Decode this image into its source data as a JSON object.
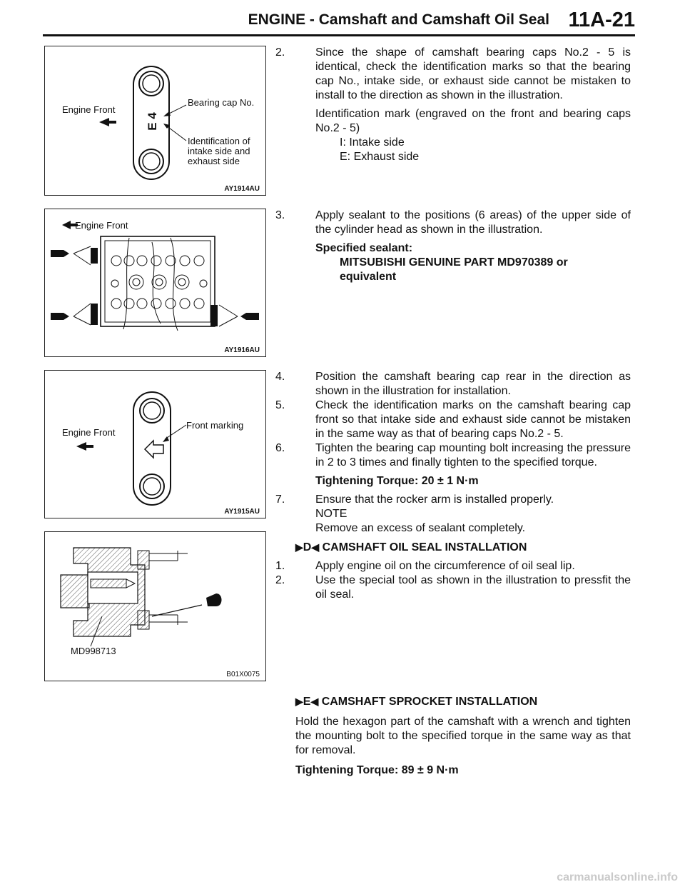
{
  "header": {
    "title": "ENGINE - Camshaft and Camshaft Oil Seal",
    "page_number": "11A-21"
  },
  "figures": {
    "fig1": {
      "label_engine_front": "Engine Front",
      "label_bearing_cap": "Bearing cap No.",
      "label_ident": "Identification of intake side and exhaust side",
      "cap_mark": "E 4",
      "code": "AY1914AU"
    },
    "fig2": {
      "label_engine_front": "Engine Front",
      "code": "AY1916AU"
    },
    "fig3": {
      "label_engine_front": "Engine Front",
      "label_front_marking": "Front marking",
      "code": "AY1915AU"
    },
    "fig4": {
      "label_tool": "MD998713",
      "code": "B01X0075"
    }
  },
  "text": {
    "s2_num": "2.",
    "s2_body": "Since the shape of camshaft bearing caps No.2 - 5 is identical, check the identification marks so that the bearing cap No., intake side, or exhaust side cannot be mistaken to install to the direction as shown in the illustration.",
    "s2_ident": "Identification mark (engraved on the front and bearing caps No.2 - 5)",
    "s2_i": "I: Intake side",
    "s2_e": "E: Exhaust side",
    "s3_num": "3.",
    "s3_body": "Apply sealant to the positions (6 areas) of the upper side of the cylinder head as shown in the illustration.",
    "s3_spec_label": "Specified sealant:",
    "s3_spec_value": "MITSUBISHI GENUINE PART MD970389 or equivalent",
    "s4_num": "4.",
    "s4_body": "Position the camshaft bearing cap rear in the direction as shown in the illustration for installation.",
    "s5_num": "5.",
    "s5_body": "Check the identification marks on the camshaft bearing cap front so that intake side and exhaust side cannot be mistaken in the same way as that of bearing caps No.2 - 5.",
    "s6_num": "6.",
    "s6_body": "Tighten the bearing cap mounting bolt increasing the pressure in 2 to 3 times and finally tighten to the specified torque.",
    "s6_torque": "Tightening Torque: 20 ± 1 N·m",
    "s7_num": "7.",
    "s7_body": "Ensure that the rocker arm is installed properly.",
    "s7_note_label": "NOTE",
    "s7_note": "Remove an excess of sealant completely.",
    "secD_letter": "D",
    "secD_title": "CAMSHAFT OIL SEAL INSTALLATION",
    "d1_num": "1.",
    "d1_body": "Apply engine oil on the circumference of oil seal lip.",
    "d2_num": "2.",
    "d2_body": "Use the special tool as shown in the illustration to pressfit the oil seal.",
    "secE_letter": "E",
    "secE_title": "CAMSHAFT SPROCKET INSTALLATION",
    "e_body": "Hold the hexagon part of the camshaft with a wrench and tighten the mounting bolt to the specified torque in the same way as that for removal.",
    "e_torque": "Tightening Torque: 89 ± 9 N·m"
  },
  "footer": {
    "watermark": "carmanualsonline.info"
  }
}
